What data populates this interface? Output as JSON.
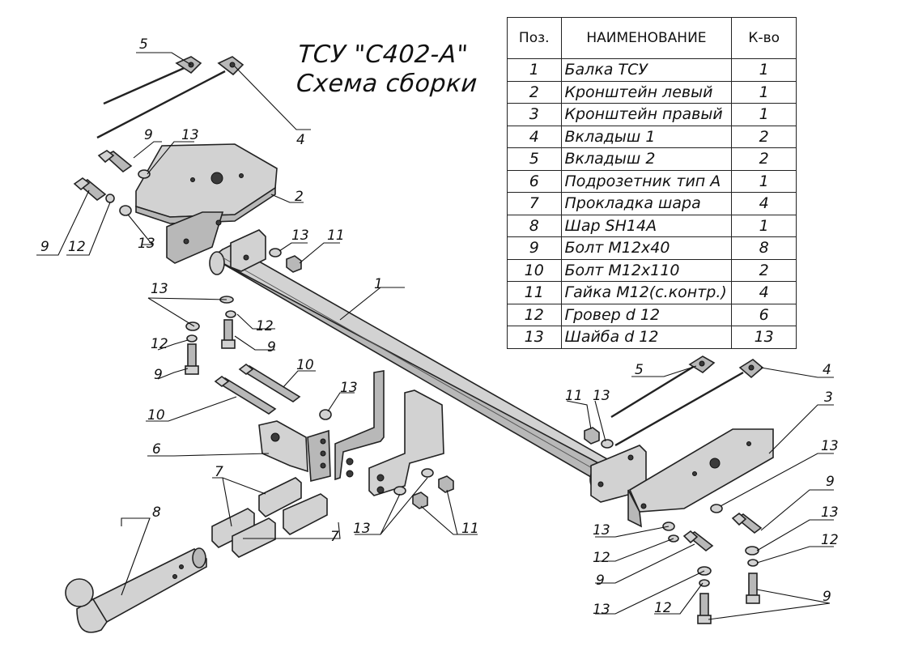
{
  "title": {
    "line1": "ТСУ \"С402-А\"",
    "line2": "Схема сборки"
  },
  "table": {
    "headers": {
      "pos": "Поз.",
      "name": "НАИМЕНОВАНИЕ",
      "qty": "К-во"
    },
    "rows": [
      {
        "pos": "1",
        "name": "Балка ТСУ",
        "qty": "1"
      },
      {
        "pos": "2",
        "name": "Кронштейн левый",
        "qty": "1"
      },
      {
        "pos": "3",
        "name": "Кронштейн правый",
        "qty": "1"
      },
      {
        "pos": "4",
        "name": "Вкладыш 1",
        "qty": "2"
      },
      {
        "pos": "5",
        "name": "Вкладыш 2",
        "qty": "2"
      },
      {
        "pos": "6",
        "name": "Подрозетник тип А",
        "qty": "1"
      },
      {
        "pos": "7",
        "name": "Прокладка шара",
        "qty": "4"
      },
      {
        "pos": "8",
        "name": "Шар SH14A",
        "qty": "1"
      },
      {
        "pos": "9",
        "name": "Болт М12х40",
        "qty": "8"
      },
      {
        "pos": "10",
        "name": "Болт М12х110",
        "qty": "2"
      },
      {
        "pos": "11",
        "name": "Гайка М12(с.контр.)",
        "qty": "4"
      },
      {
        "pos": "12",
        "name": "Гровер d 12",
        "qty": "6"
      },
      {
        "pos": "13",
        "name": "Шайба d 12",
        "qty": "13"
      }
    ]
  },
  "callouts": {
    "c5a": "5",
    "c4a": "4",
    "c9a": "9",
    "c13a": "13",
    "c2": "2",
    "c9b": "9",
    "c12a": "12",
    "c13b": "13",
    "c13c": "13",
    "c11a": "11",
    "c1": "1",
    "c13d": "13",
    "c12b": "12",
    "c12c": "12",
    "c9c": "9",
    "c9d": "9",
    "c10a": "10",
    "c10b": "10",
    "c13e": "13",
    "c6": "6",
    "c7a": "7",
    "c7b": "7",
    "c8": "8",
    "c13f": "13",
    "c11b": "11",
    "c5b": "5",
    "c4b": "4",
    "c11c": "11",
    "c13g": "13",
    "c3": "3",
    "c13h": "13",
    "c9e": "9",
    "c13i": "13",
    "c12d": "12",
    "c13j": "13",
    "c12e": "12",
    "c9f": "9",
    "c13k": "13",
    "c12f": "12",
    "c9g": "9"
  }
}
